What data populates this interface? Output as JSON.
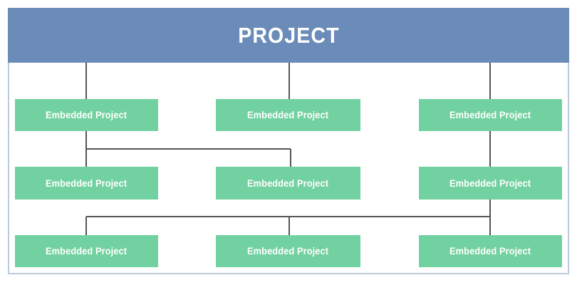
{
  "diagram": {
    "title": "PROJECT",
    "frame": {
      "border_color": "#bccbdb"
    },
    "header": {
      "label": "PROJECT",
      "color": "#6b8cb8",
      "text_color": "#ffffff"
    },
    "node_style": {
      "color": "#72d1a0",
      "text_color": "#ffffff"
    },
    "connector_style": {
      "color": "#555555"
    },
    "rows": [
      {
        "row_index": 1,
        "nodes": [
          {
            "label": "Embedded Project",
            "column": 1
          },
          {
            "label": "Embedded Project",
            "column": 2
          },
          {
            "label": "Embedded Project",
            "column": 3
          }
        ]
      },
      {
        "row_index": 2,
        "nodes": [
          {
            "label": "Embedded Project",
            "column": 1
          },
          {
            "label": "Embedded Project",
            "column": 2
          },
          {
            "label": "Embedded Project",
            "column": 3
          }
        ]
      },
      {
        "row_index": 3,
        "nodes": [
          {
            "label": "Embedded Project",
            "column": 1
          },
          {
            "label": "Embedded Project",
            "column": 2
          },
          {
            "label": "Embedded Project",
            "column": 3
          }
        ]
      }
    ]
  }
}
